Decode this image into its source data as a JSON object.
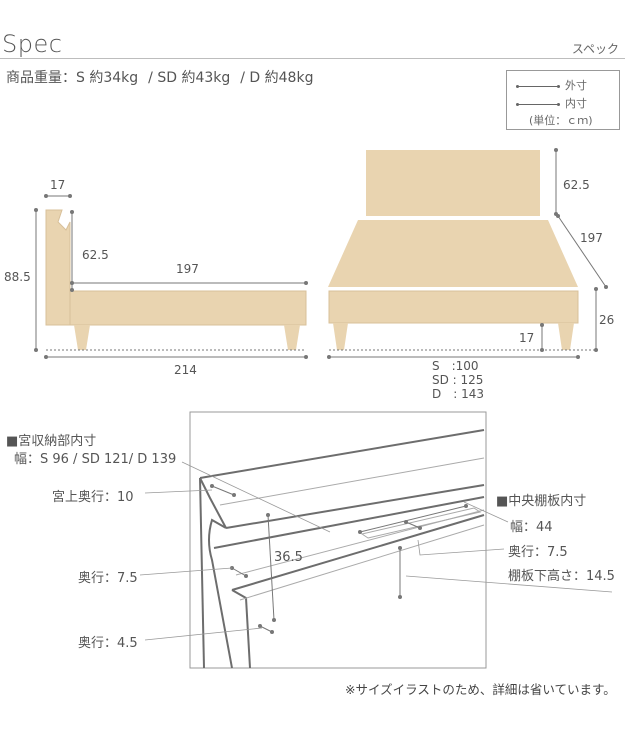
{
  "header": {
    "title": "Spec",
    "subtitle": "スペック"
  },
  "weights": {
    "label": "商品重量：",
    "items": [
      "S 約34kg",
      "/ SD 約43kg",
      "/ D 約48kg"
    ]
  },
  "legend": {
    "outer": "外寸",
    "inner": "内寸",
    "unit": "(単位：ｃｍ)"
  },
  "side_view": {
    "headboard_depth": "17",
    "total_height": "88.5",
    "headboard_height": "62.5",
    "frame_length_inner": "197",
    "total_length": "214"
  },
  "front_view": {
    "headboard_height": "62.5",
    "mattress_length": "197",
    "frame_height": "26",
    "leg_height": "17",
    "widths": [
      "S　:100",
      "SD : 125",
      "D　: 143"
    ]
  },
  "storage_detail": {
    "section_title": "■宮収納部内寸",
    "width_label": "幅：S 96 / SD 121/ D 139",
    "top_depth": "宮上奥行：10",
    "depth_75": "奥行：7.5",
    "depth_45": "奥行：4.5",
    "inner_height": "36.5",
    "shelf_title": "■中央棚板内寸",
    "shelf_width": "幅：44",
    "shelf_depth": "奥行：7.5",
    "shelf_below_height": "棚板下高さ：14.5"
  },
  "footnote": "※サイズイラストのため、詳細は省いています。",
  "colors": {
    "bed": "#e9d4b0",
    "bed_stroke": "#d8c09a",
    "line": "#777777"
  }
}
